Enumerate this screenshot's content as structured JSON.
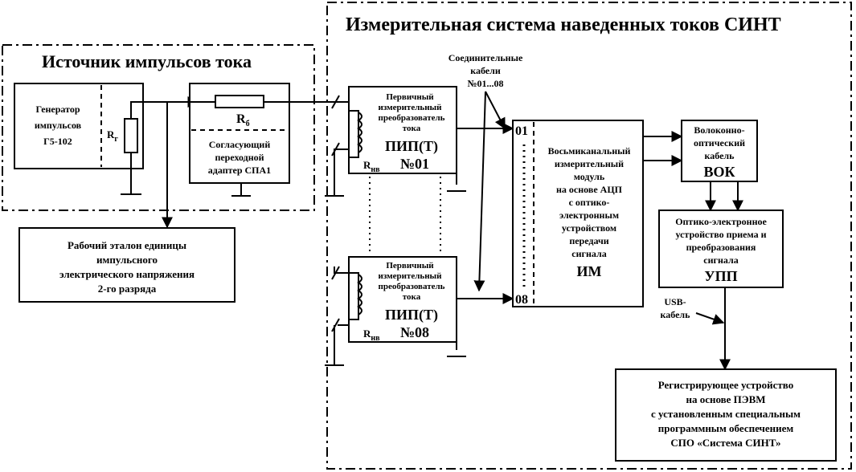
{
  "regions": {
    "source_title": "Источник импульсов тока",
    "system_title": "Измерительная система наведенных токов СИНТ"
  },
  "generator": {
    "lines": [
      "Генератор",
      "импульсов",
      "Г5-102"
    ],
    "resistor": "R",
    "resistor_sub": "г"
  },
  "adapter": {
    "resistor": "R",
    "resistor_sub": "б",
    "lines": [
      "Согласующий",
      "переходной",
      "адаптер СПА1"
    ]
  },
  "etalon": {
    "lines": [
      "Рабочий эталон единицы",
      "импульсного",
      "электрического напряжения",
      "2-го разряда"
    ]
  },
  "cables": {
    "lines": [
      "Соединительные",
      "кабели",
      "№01...08"
    ]
  },
  "pip1": {
    "lines": [
      "Первичный",
      "измерительный",
      "преобразователь",
      "тока"
    ],
    "name": "ПИП(Т)",
    "num": "№01",
    "r": "R",
    "r_sub": "нв"
  },
  "pip8": {
    "lines": [
      "Первичный",
      "измерительный",
      "преобразователь",
      "тока"
    ],
    "name": "ПИП(Т)",
    "num": "№08",
    "r": "R",
    "r_sub": "нв"
  },
  "module": {
    "port_first": "01",
    "port_last": "08",
    "lines": [
      "Восьмиканальный",
      "измерительный",
      "модуль",
      "на основе АЦП",
      "с оптико-",
      "электронным",
      "устройством",
      "передачи",
      "сигнала"
    ],
    "name": "ИМ"
  },
  "vok": {
    "lines": [
      "Волоконно-",
      "оптический",
      "кабель"
    ],
    "name": "ВОК"
  },
  "upp": {
    "lines": [
      "Оптико-электронное",
      "устройство приема и",
      "преобразования",
      "сигнала"
    ],
    "name": "УПП"
  },
  "usb": {
    "lines": [
      "USB-",
      "кабель"
    ]
  },
  "pc": {
    "lines": [
      "Регистрирующее устройство",
      "на основе ПЭВМ",
      "с установленным специальным",
      "программным обеспечением",
      "СПО «Система СИНТ»"
    ]
  }
}
